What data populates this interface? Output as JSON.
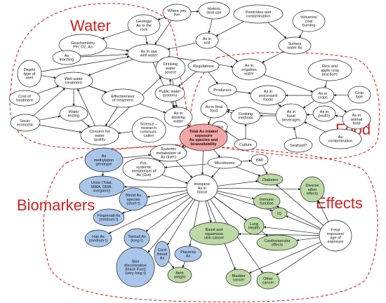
{
  "regions": {
    "water": "Water",
    "food": "Food",
    "biomarkers": "Biomarkers",
    "effects": "Effects"
  },
  "colors": {
    "edge": "#1a1a1a",
    "region_border": "#e0221d",
    "region_label": "#d3201f",
    "plain_node_fill": "#ffffff",
    "center_fill": "#f4a6a6",
    "biomarker_fill": "#a9c6ea",
    "effect_fill": "#bcd9a6"
  },
  "nodes": {
    "where_you_live": "Where you live",
    "historic_land_use": "Historic land use",
    "pesticides": "Pesticides and contamination",
    "volcanos": "Volcanos/ coal burning",
    "geology": "Geology/ As in the rock",
    "geochemistry": "Geochemistry PH, O2, As",
    "as_in_soil": "As in soil",
    "surface_water": "Surface water As",
    "as_leaching": "As leaching",
    "as_raw_well": "As in raw well water",
    "depth_well": "Depth/ type of well",
    "well_treatment": "Well water treatment",
    "drinking_source": "Drinking water source",
    "regulations": "Regulations",
    "as_irrigation": "As in irrigation water",
    "rice_apple": "Rice and apple crop practices",
    "crop_type": "Crop type",
    "cost_treatment": "Cost of treatment",
    "effectiveness": "Effectiveness of treatment",
    "public_water": "Public water systems",
    "producers": "Producers",
    "as_processed": "As in processed foods",
    "as_crops": "As in crops",
    "as_animal_feed": "As in animal feed",
    "socio_economic": "Socio-economic",
    "water_testing": "Water testing",
    "concern_quality": "Concern for water quality",
    "science_comm": "Science – research communication",
    "as_drinking": "As in drinking water",
    "as_final_food": "As in final food",
    "cooking": "Cooking methods",
    "as_food_bev": "As in food/ beverages",
    "as_poultry": "As in poultry",
    "diet": "Diet",
    "culture": "Culture",
    "seafood": "Seafood?",
    "as_contamination": "As contamination",
    "center": "Total As intake/ exposure As species and bioavailability",
    "methylation": "As methylation genotype",
    "systemic_metab": "Systemic metabolism of As (liver)",
    "presystemic_metab": "Pre-systemic metabolism of As (Gut)",
    "microbiome": "Microbiome",
    "bmi": "BMI",
    "urine": "Urine (Total, MMA, DMA, inorganic)",
    "inorganic_blood": "Inorganic As in blood",
    "diabetes": "Diabetes",
    "diverse_effects": "Diverse other effects",
    "blood_species": "Blood As species (short t)",
    "immune": "Immune function",
    "fingernail": "Fingernail As (medium t)",
    "iq": "IQ",
    "lung": "Lung Health",
    "hair": "Hair As (medium t)",
    "toenail": "Toenail As (long t)",
    "basal_cancer": "Basal and squamous skin cancer",
    "cardio": "Cardiovascular effects",
    "fetal": "Fetal exposure/ age of exposure",
    "cord_blood": "Cord Blood As",
    "placenta": "Placenta As",
    "skin_discolor": "Skin discoloration (black Foot) (very long t)",
    "birth_weight": "Birth weight",
    "bladder": "Bladder cancer",
    "other_cancer": "Other cancer"
  }
}
